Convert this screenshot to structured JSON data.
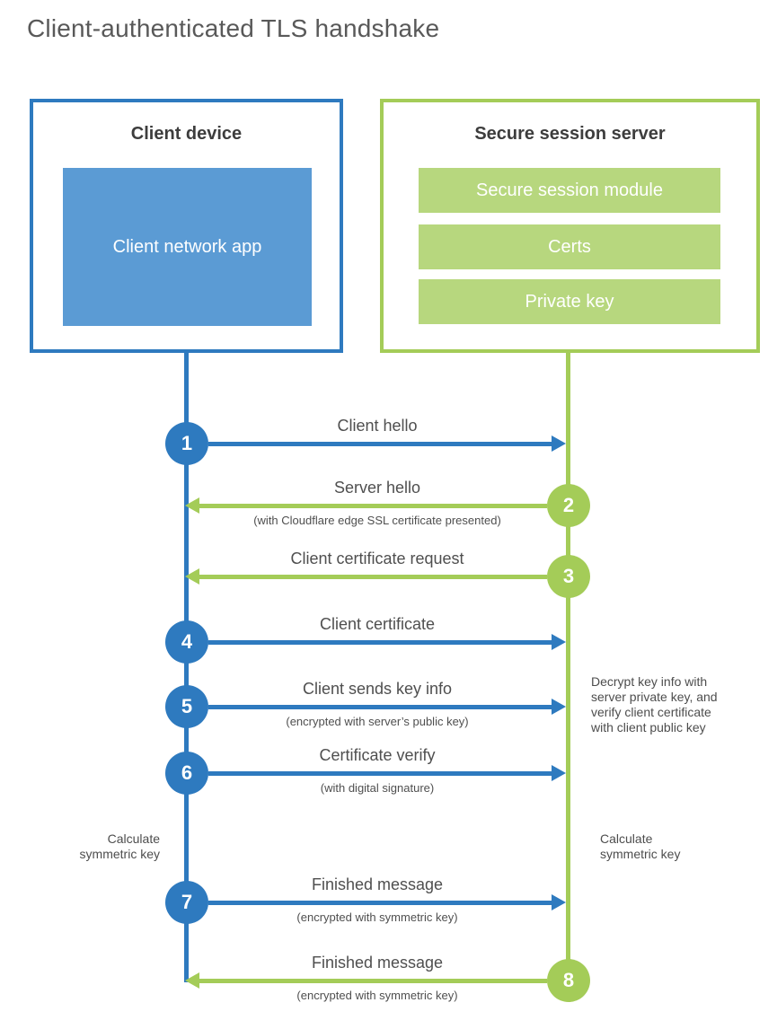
{
  "page_title": "Client-authenticated TLS handshake",
  "colors": {
    "blue": "#2e7abf",
    "blue_fill": "#5b9bd4",
    "green": "#a4cc58",
    "green_fill": "#b7d77e",
    "label_gray": "#4f4f4f",
    "title_gray": "#595959"
  },
  "client": {
    "title": "Client device",
    "app_label": "Client network app"
  },
  "server": {
    "title": "Secure session server",
    "modules": [
      "Secure session module",
      "Certs",
      "Private key"
    ]
  },
  "messages": [
    {
      "num": "1",
      "label": "Client hello",
      "sub": "",
      "direction": "right",
      "color": "blue"
    },
    {
      "num": "2",
      "label": "Server hello",
      "sub": "(with Cloudflare edge SSL certificate presented)",
      "direction": "left",
      "color": "green"
    },
    {
      "num": "3",
      "label": "Client certificate request",
      "sub": "",
      "direction": "left",
      "color": "green"
    },
    {
      "num": "4",
      "label": "Client certificate",
      "sub": "",
      "direction": "right",
      "color": "blue"
    },
    {
      "num": "5",
      "label": "Client sends key info",
      "sub": "(encrypted with server’s public key)",
      "direction": "right",
      "color": "blue"
    },
    {
      "num": "6",
      "label": "Certificate verify",
      "sub": "(with digital signature)",
      "direction": "right",
      "color": "blue"
    },
    {
      "num": "7",
      "label": "Finished message",
      "sub": "(encrypted with symmetric key)",
      "direction": "right",
      "color": "blue"
    },
    {
      "num": "8",
      "label": "Finished message",
      "sub": "(encrypted with symmetric key)",
      "direction": "left",
      "color": "green"
    }
  ],
  "annotations": {
    "server_note_lines": [
      "Decrypt key info with",
      "server private key, and",
      "verify client certificate",
      "with client public key"
    ],
    "client_calc": "Calculate symmetric key",
    "server_calc": "Calculate symmetric key"
  }
}
